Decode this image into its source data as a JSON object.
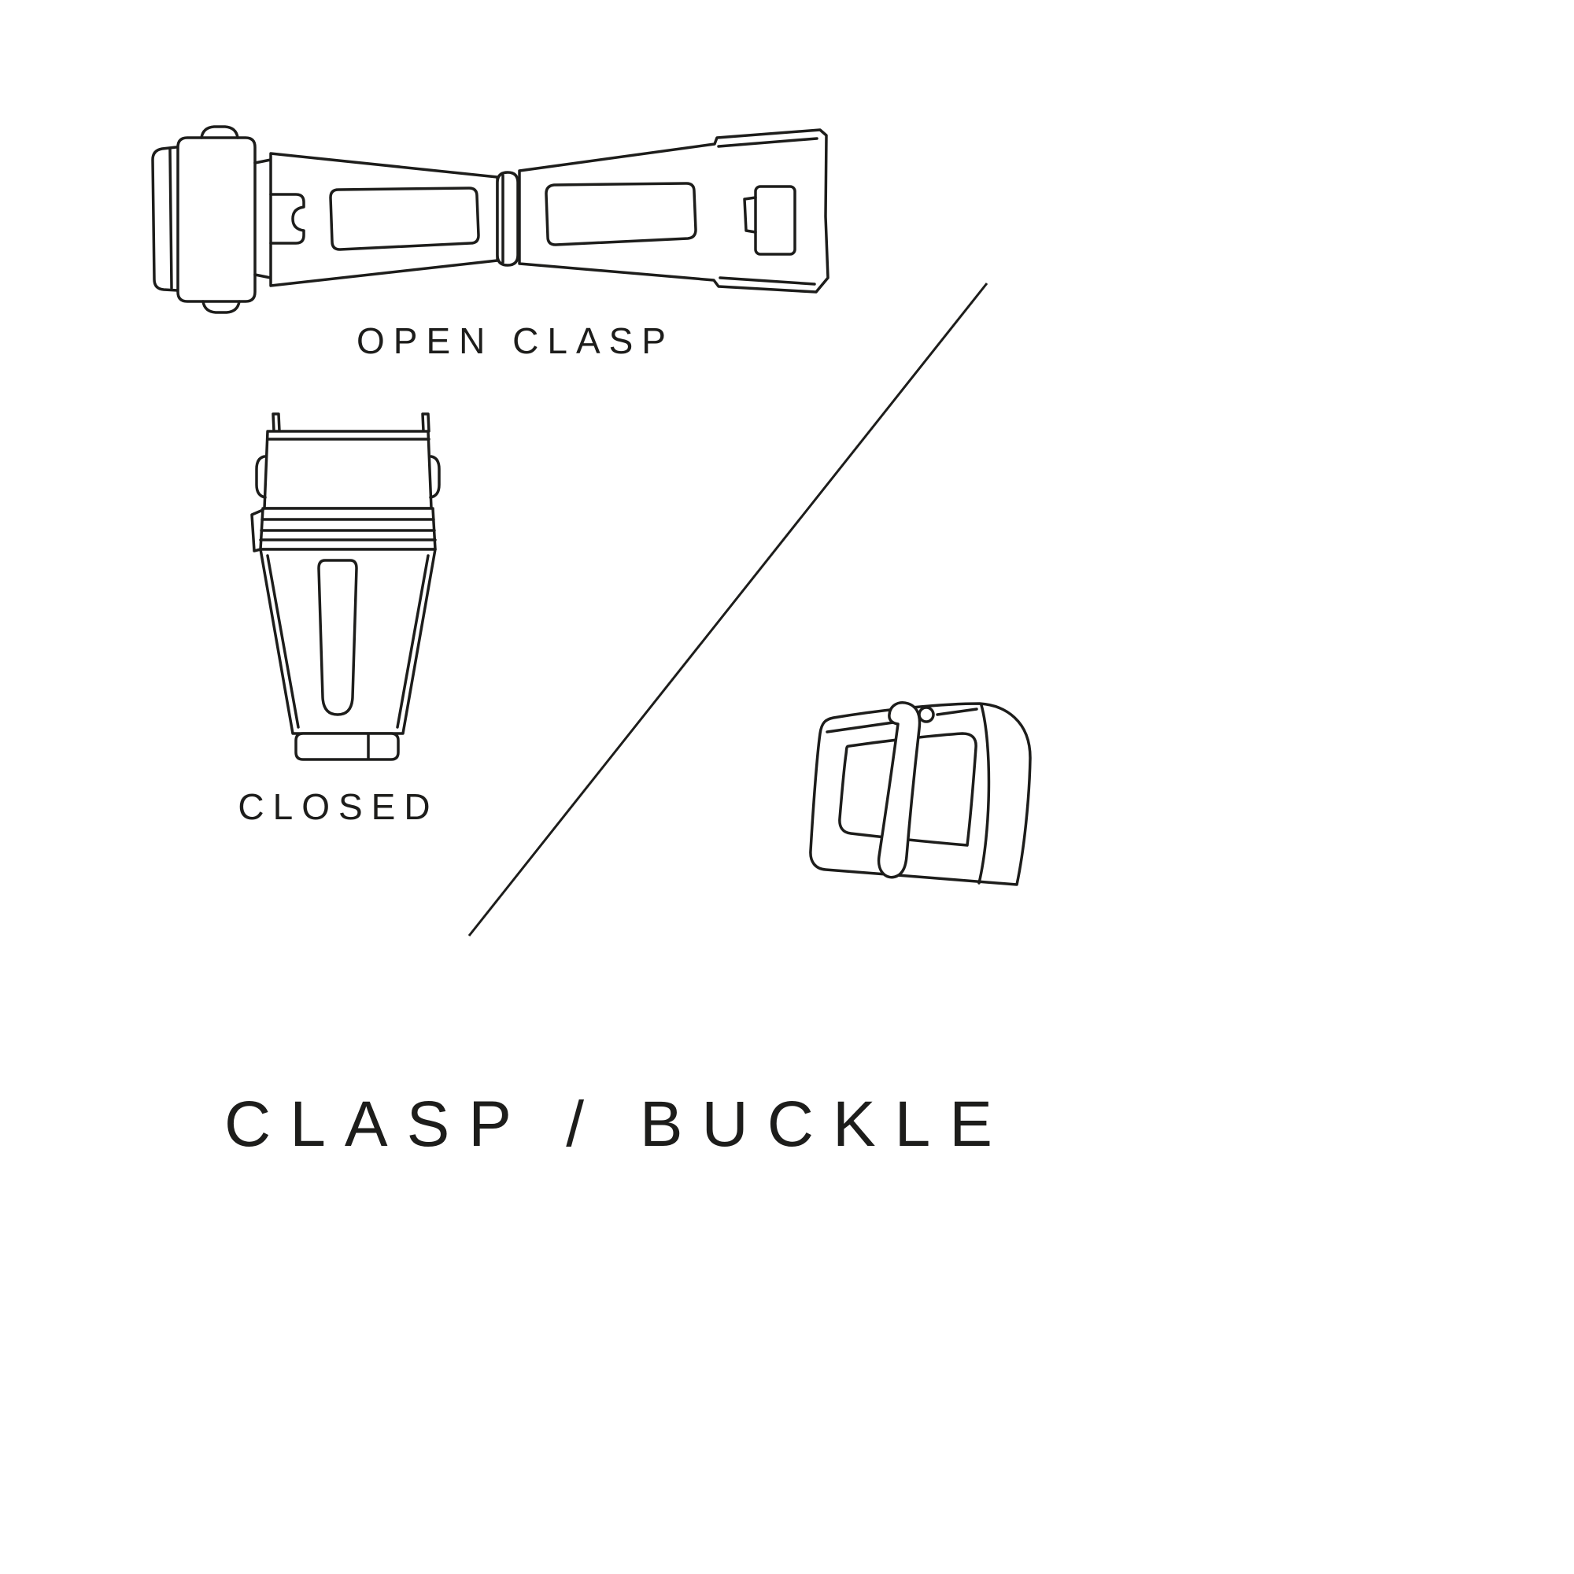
{
  "page": {
    "background_color": "#ffffff",
    "line_color": "#1d1d1b",
    "text_color": "#1d1d1b"
  },
  "labels": {
    "open_clasp": "OPEN CLASP",
    "closed": "CLOSED",
    "title": "CLASP / BUCKLE"
  },
  "icons": {
    "open_clasp_illustration": "open-deployant-clasp-line-drawing",
    "closed_clasp_illustration": "closed-deployant-clasp-line-drawing",
    "buckle_illustration": "tang-buckle-line-drawing",
    "divider": "diagonal-divider-line"
  }
}
